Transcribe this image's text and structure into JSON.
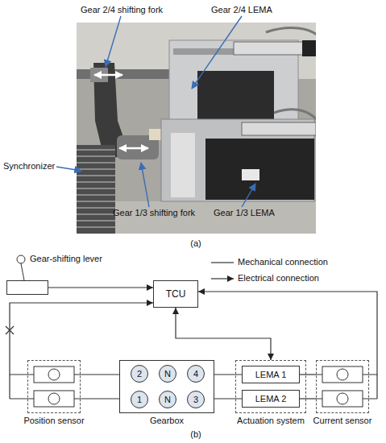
{
  "diagram": {
    "nodes": [
      {
        "text": [
          "Gear-shifting lever"
        ]
      },
      {
        "text": [
          "TCU"
        ]
      },
      {
        "text": [
          "Position sensor"
        ]
      },
      {
        "text": [
          "Gearbox"
        ]
      },
      {
        "text": [
          "2"
        ],
        "in": 3
      },
      {
        "text": [
          "N"
        ],
        "in": 3
      },
      {
        "text": [
          "4"
        ],
        "in": 3
      },
      {
        "text": [
          "1"
        ],
        "in": 3
      },
      {
        "text": [
          "N"
        ],
        "in": 3
      },
      {
        "text": [
          "3"
        ],
        "in": 3
      },
      {
        "text": [
          "Actuation system"
        ]
      },
      {
        "text": [
          "LEMA 1"
        ],
        "in": 10
      },
      {
        "text": [
          "LEMA 2"
        ],
        "in": 10
      },
      {
        "text": [
          "Current sensor"
        ]
      }
    ],
    "edges": [
      {
        "from": 0,
        "to": 1,
        "arrow": "to"
      },
      {
        "from": 2,
        "to": 1,
        "arrow": "to"
      },
      {
        "from": 13,
        "to": 1,
        "arrow": "to"
      },
      {
        "from": 1,
        "to": 10,
        "arrow": "both"
      },
      {
        "from": 2,
        "to": 3,
        "arrow": "none"
      },
      {
        "from": 2,
        "to": 3,
        "arrow": "none"
      },
      {
        "from": 3,
        "to": 11,
        "arrow": "none"
      },
      {
        "from": 3,
        "to": 12,
        "arrow": "none"
      },
      {
        "from": 11,
        "to": 13,
        "arrow": "none"
      },
      {
        "from": 12,
        "to": 13,
        "arrow": "none"
      }
    ],
    "labels": [
      "Gear 2/4 shifting fork",
      "Gear 2/4 LEMA",
      "Synchronizer",
      "Gear 1/3 shifting fork",
      "Gear 1/3 LEMA",
      "(a)",
      "(b)"
    ],
    "legend": [
      {
        "text": "Mechanical connection"
      },
      {
        "text": "Electrical connection"
      }
    ]
  }
}
